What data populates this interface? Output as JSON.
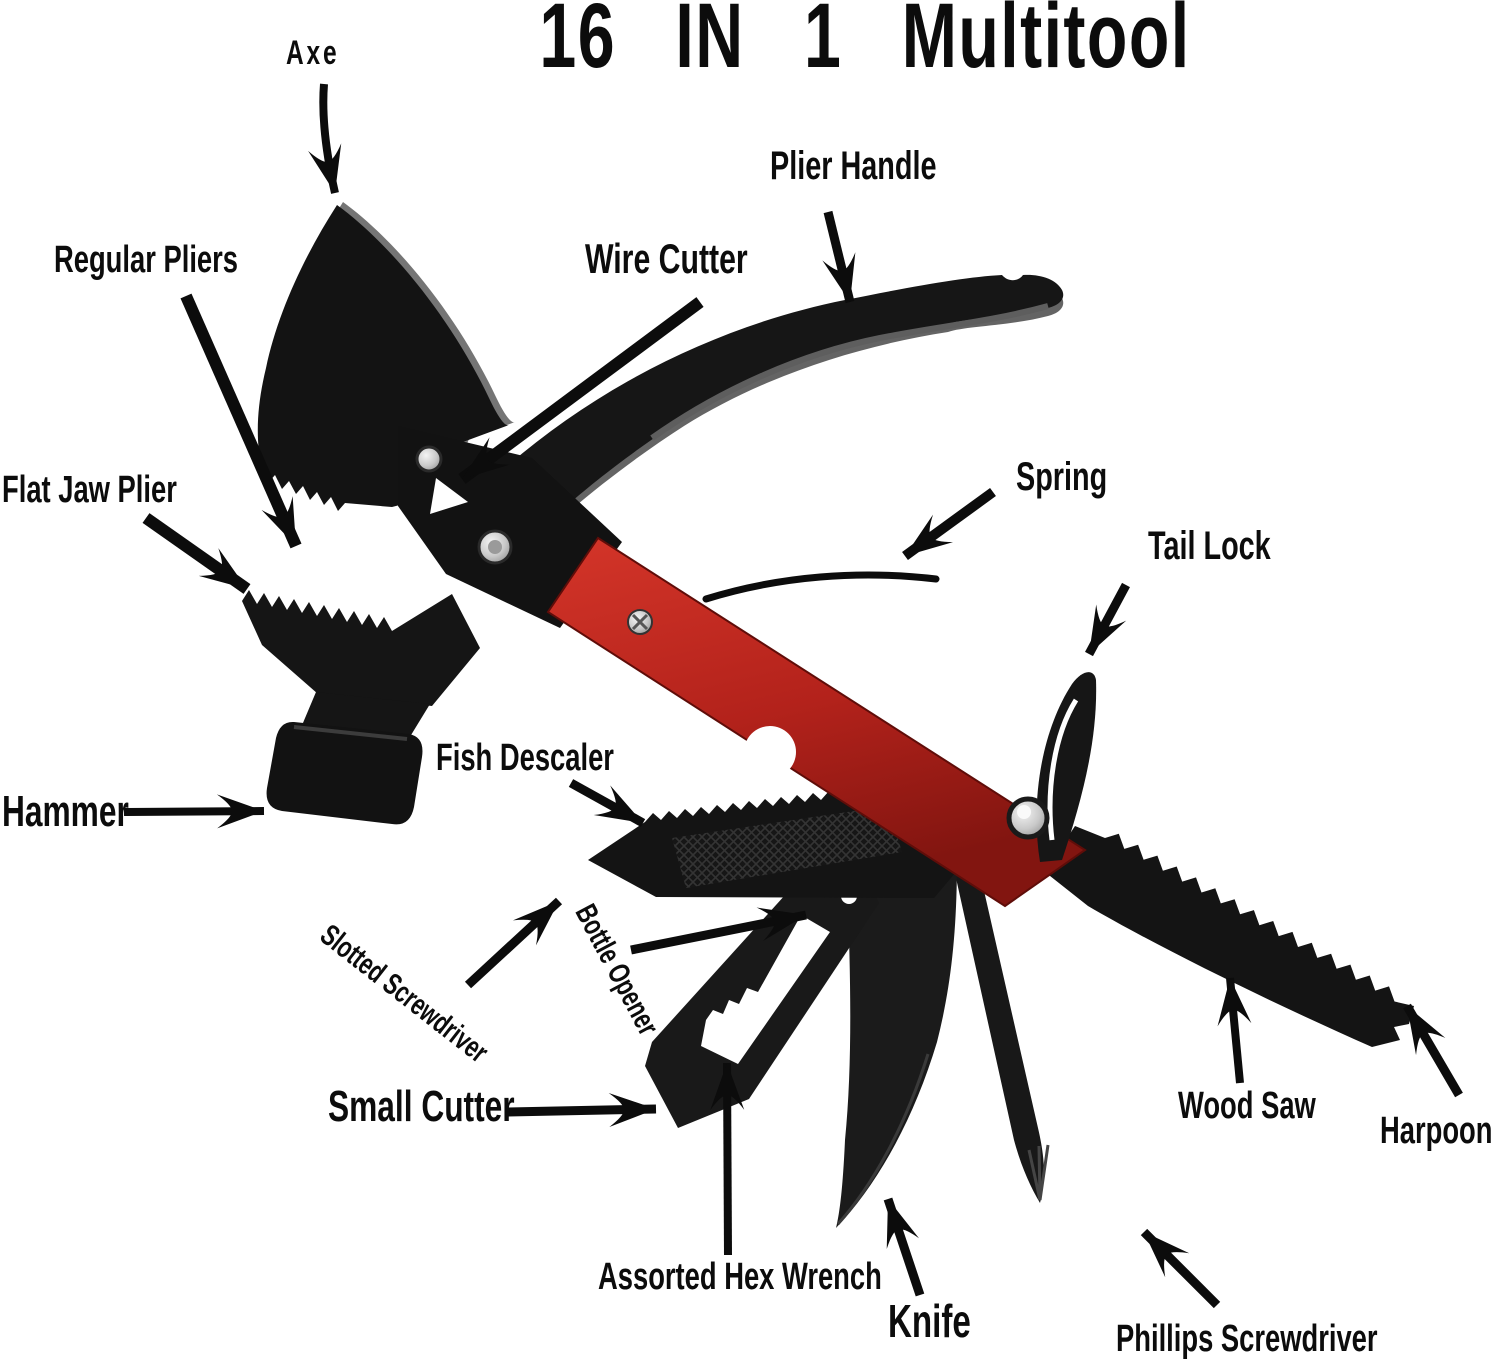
{
  "title": "16 IN 1 Multitool",
  "labels": {
    "axe": "Axe",
    "plier_handle": "Plier Handle",
    "wire_cutter": "Wire Cutter",
    "regular_pliers": "Regular Pliers",
    "flat_jaw_plier": "Flat Jaw Plier",
    "spring": "Spring",
    "tail_lock": "Tail Lock",
    "hammer": "Hammer",
    "fish_descaler": "Fish Descaler",
    "slotted_screwdriver": "Slotted Screwdriver",
    "bottle_opener": "Bottle Opener",
    "small_cutter": "Small Cutter",
    "assorted_hex_wrench": "Assorted Hex Wrench",
    "knife": "Knife",
    "phillips_screwdriver": "Phillips Screwdriver",
    "wood_saw": "Wood Saw",
    "harpoon": "Harpoon"
  },
  "colors": {
    "background": "#ffffff",
    "tool_black": "#161616",
    "bevel_gray": "#6e6e6e",
    "handle_red": "#c0261f",
    "rivet_silver": "#c9c9c9",
    "label_black": "#0c0c0c"
  }
}
